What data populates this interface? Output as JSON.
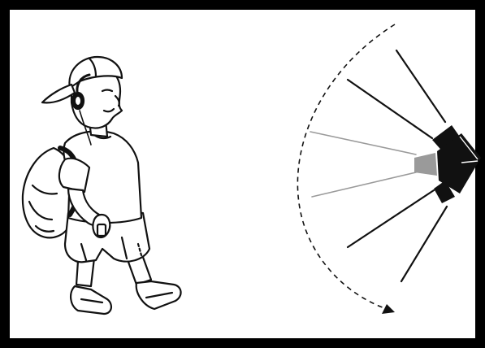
{
  "illustration": {
    "colors": {
      "frame": "#000000",
      "background": "#ffffff",
      "line": "#111111",
      "speaker_body": "#111111",
      "speaker_cone": "#9a9a9a",
      "faint_ray": "#9a9a9a"
    },
    "icons": {
      "figure": "boy-with-headphones-and-backpack",
      "source": "speaker-emitting-sound",
      "arc": "dashed-arc-with-arrow"
    }
  }
}
